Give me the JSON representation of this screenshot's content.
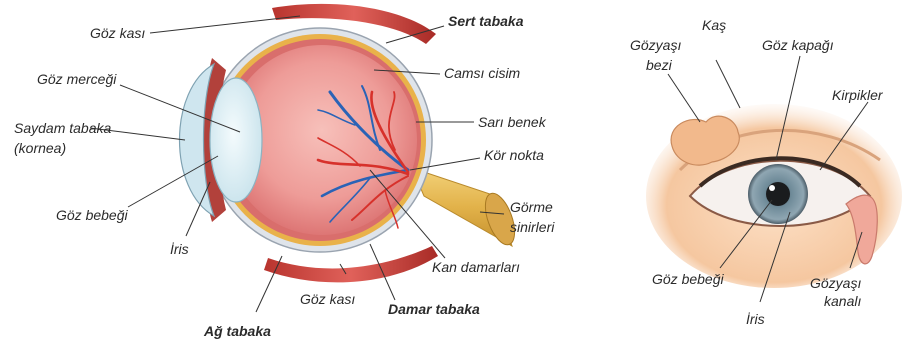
{
  "left_figure": {
    "labels": {
      "goz_kasi_top": "Göz kası",
      "sert_tabaka": "Sert tabaka",
      "goz_mercegi": "Göz merceği",
      "camsi_cisim": "Camsı cisim",
      "saydam_tabaka_1": "Saydam tabaka",
      "saydam_tabaka_2": "(kornea)",
      "sari_benek": "Sarı benek",
      "kor_nokta": "Kör nokta",
      "goz_bebegi": "Göz bebeği",
      "gorme_sinirleri_1": "Görme",
      "gorme_sinirleri_2": "sinirleri",
      "iris": "İris",
      "kan_damarlari": "Kan damarları",
      "goz_kasi_bottom": "Göz kası",
      "damar_tabaka": "Damar tabaka",
      "ag_tabaka": "Ağ tabaka"
    }
  },
  "right_figure": {
    "labels": {
      "kas": "Kaş",
      "gozyasi_bezi_1": "Gözyaşı",
      "gozyasi_bezi_2": "bezi",
      "goz_kapagi": "Göz kapağı",
      "kirpikler": "Kirpikler",
      "goz_bebegi": "Göz bebeği",
      "iris": "İris",
      "gozyasi_kanali_1": "Gözyaşı",
      "gozyasi_kanali_2": "kanalı"
    }
  }
}
